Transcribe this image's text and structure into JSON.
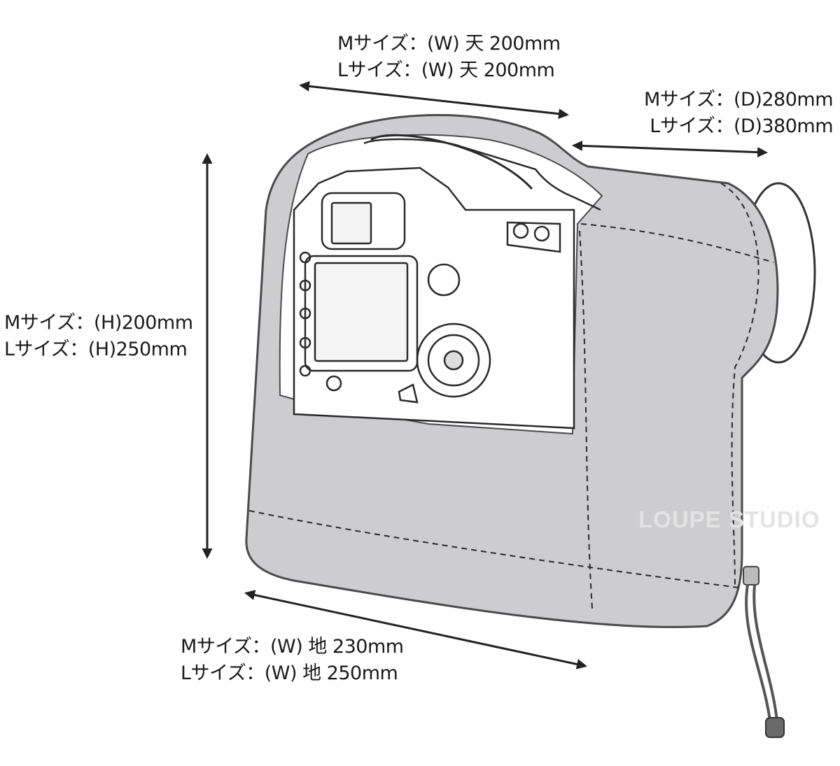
{
  "labels": {
    "top_width": {
      "m": "Mサイズ：(W) 天 200mm",
      "l": "Lサイズ：(W) 天 200mm"
    },
    "depth": {
      "m": "Mサイズ：(D)280mm",
      "l": "Lサイズ：(D)380mm"
    },
    "height": {
      "m": "Mサイズ：(H)200mm",
      "l": "Lサイズ：(H)250mm"
    },
    "bottom_width": {
      "m": "Mサイズ：(W) 地 230mm",
      "l": "Lサイズ：(W) 地 250mm"
    }
  },
  "watermark": "LOUPE STUDIO",
  "colors": {
    "cover": "#cdcdcf",
    "cover_outline": "#4a4a4a",
    "arrow": "#222222",
    "camera_line": "#2a2a2a",
    "watermark": "#e3e3e3"
  }
}
